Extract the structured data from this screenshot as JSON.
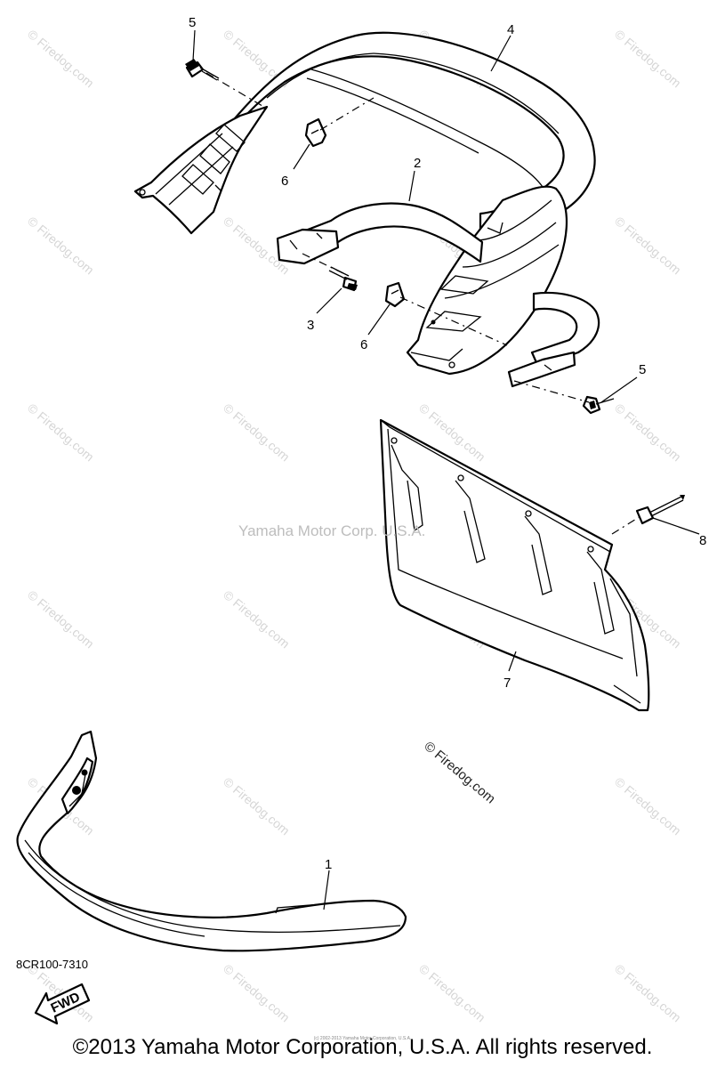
{
  "watermark": {
    "brand": "© Firedog.com",
    "center_text": "Yamaha Motor Corp. U.S.A."
  },
  "callouts": {
    "part_1": "1",
    "part_2": "2",
    "part_3": "3",
    "part_4": "4",
    "part_5_top": "5",
    "part_5_right": "5",
    "part_6_left": "6",
    "part_6_center": "6",
    "part_7": "7",
    "part_8": "8"
  },
  "fwd_label": "FWD",
  "diagram_code": "8CR100-7310",
  "tiny_copyright": "(c) 2002-2013 Yamaha Motor Corporation, U.S.A.",
  "copyright": "©2013 Yamaha Motor Corporation, U.S.A. All rights reserved."
}
